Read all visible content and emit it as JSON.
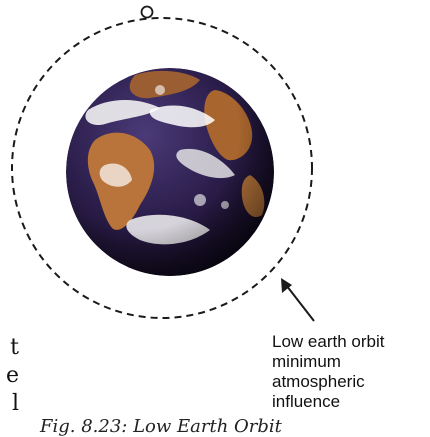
{
  "annotation": {
    "lines": [
      "Low earth orbit",
      "minimum",
      "atmospheric",
      "influence"
    ]
  },
  "caption": "Fig. 8.23: Low Earth Orbit",
  "body_fragment": [
    "t",
    "e",
    "l"
  ],
  "colors": {
    "orbit": "#1a1a1a",
    "ocean": "#2b1d4a",
    "land": "#b8743a",
    "clouds": "#f2f2f2"
  }
}
